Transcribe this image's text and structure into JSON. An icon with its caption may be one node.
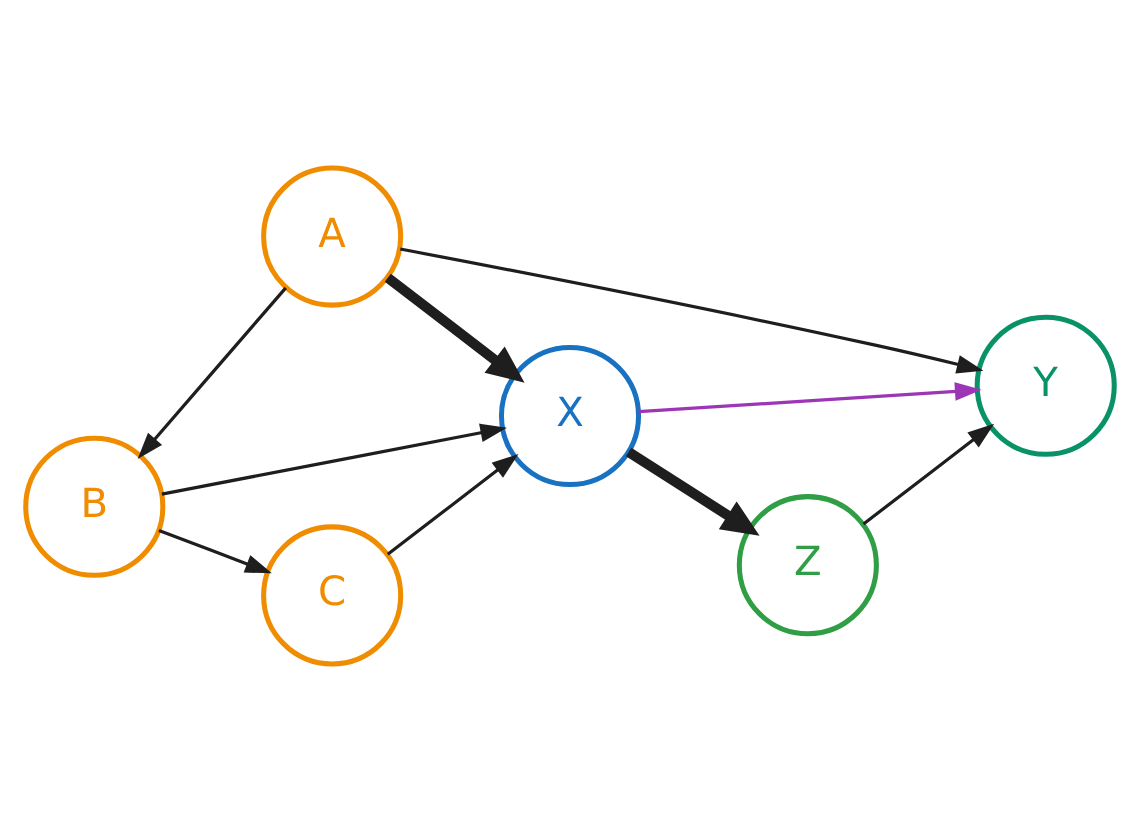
{
  "diagram": {
    "nodes": [
      {
        "text": [
          "A"
        ]
      },
      {
        "text": [
          "Y"
        ]
      },
      {
        "text": [
          "B"
        ]
      },
      {
        "text": [
          "X"
        ]
      },
      {
        "text": [
          "Z"
        ]
      },
      {
        "text": [
          "C"
        ]
      }
    ],
    "edges": [
      {
        "from": 0,
        "to": 2,
        "arrow": "to"
      },
      {
        "from": 0,
        "to": 3,
        "arrow": "to",
        "style": "thick"
      },
      {
        "from": 0,
        "to": 1,
        "arrow": "to"
      },
      {
        "from": 2,
        "to": 3,
        "arrow": "to"
      },
      {
        "from": 2,
        "to": 5,
        "arrow": "to"
      },
      {
        "from": 5,
        "to": 3,
        "arrow": "to"
      },
      {
        "from": 3,
        "to": 4,
        "arrow": "to",
        "style": "thick"
      },
      {
        "from": 4,
        "to": 1,
        "arrow": "to"
      },
      {
        "from": 3,
        "to": 1,
        "arrow": "to",
        "color": "#9c36b5"
      }
    ]
  }
}
